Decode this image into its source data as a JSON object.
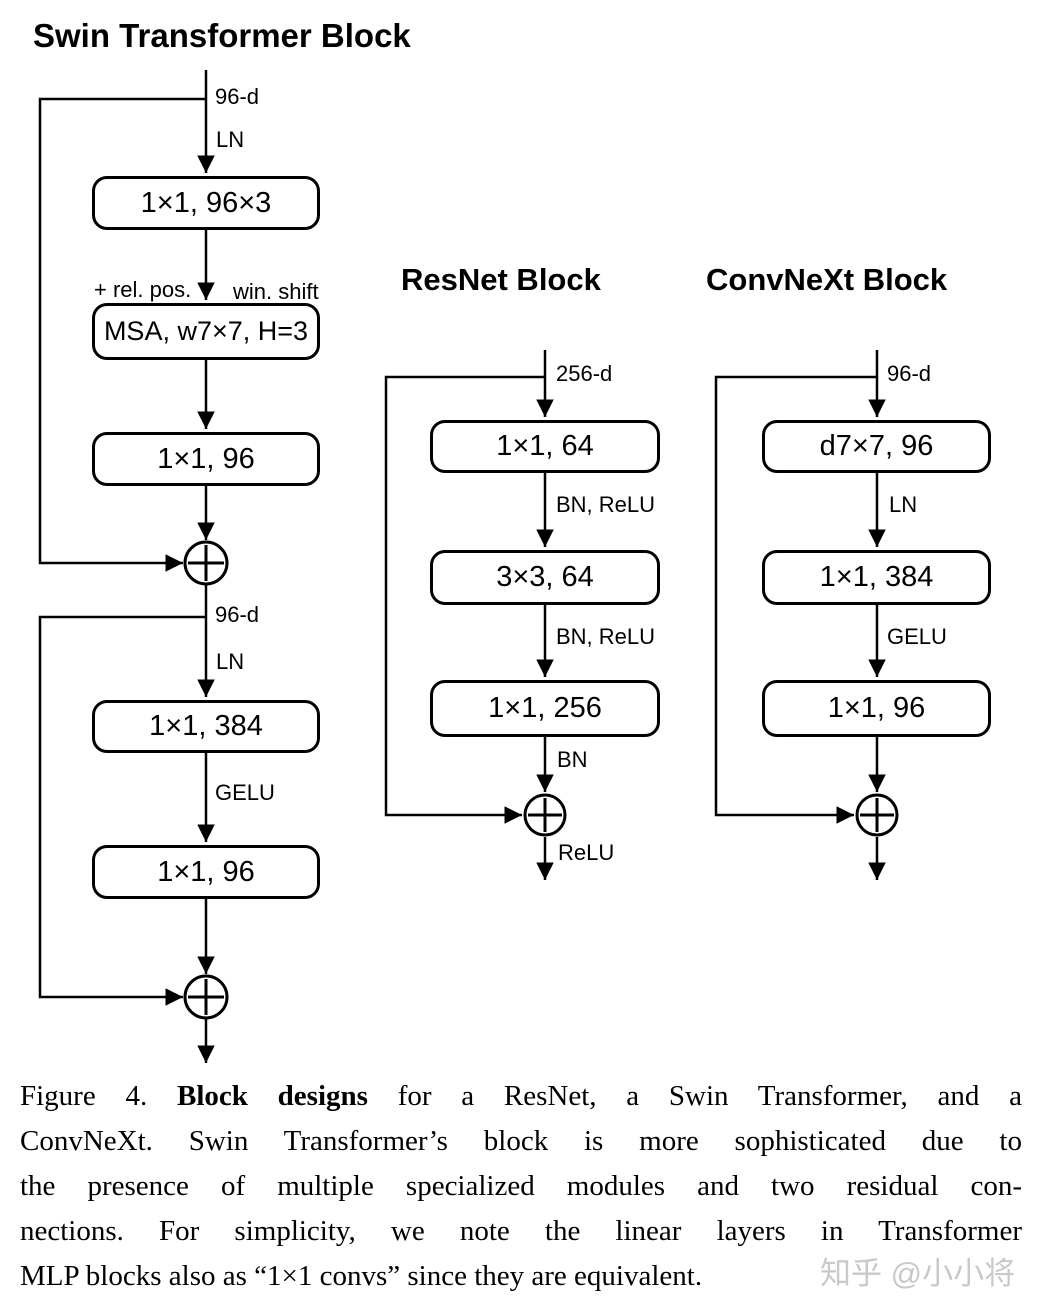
{
  "swin": {
    "title": "Swin Transformer Block",
    "dim_in": "96-d",
    "ln1": "LN",
    "box1": "1×1, 96×3",
    "rel_pos": "+ rel. pos.",
    "win_shift": "win. shift",
    "box2": "MSA, w7×7, H=3",
    "box3": "1×1, 96",
    "dim_mid": "96-d",
    "ln2": "LN",
    "box4": "1×1, 384",
    "gelu": "GELU",
    "box5": "1×1, 96"
  },
  "resnet": {
    "title": "ResNet Block",
    "dim_in": "256-d",
    "box1": "1×1, 64",
    "bn_relu1": "BN, ReLU",
    "box2": "3×3, 64",
    "bn_relu2": "BN, ReLU",
    "box3": "1×1, 256",
    "bn": "BN",
    "relu_out": "ReLU"
  },
  "convnext": {
    "title": "ConvNeXt Block",
    "dim_in": "96-d",
    "box1": "d7×7, 96",
    "ln": "LN",
    "box2": "1×1, 384",
    "gelu": "GELU",
    "box3": "1×1, 96"
  },
  "caption": {
    "prefix": "Figure 4.",
    "bold": "Block designs",
    "line1_rest": "for a ResNet, a Swin Transformer, and a",
    "lines": [
      "ConvNeXt. Swin Transformer’s block is more sophisticated due to",
      "the presence of multiple specialized modules and two residual con-",
      "nections. For simplicity, we note the linear layers in Transformer",
      "MLP blocks also as “1×1 convs” since they are equivalent."
    ]
  },
  "watermark": "知乎 @小小将",
  "colors": {
    "line": "#000000",
    "background": "#ffffff",
    "watermark": "#c9c9c9"
  }
}
